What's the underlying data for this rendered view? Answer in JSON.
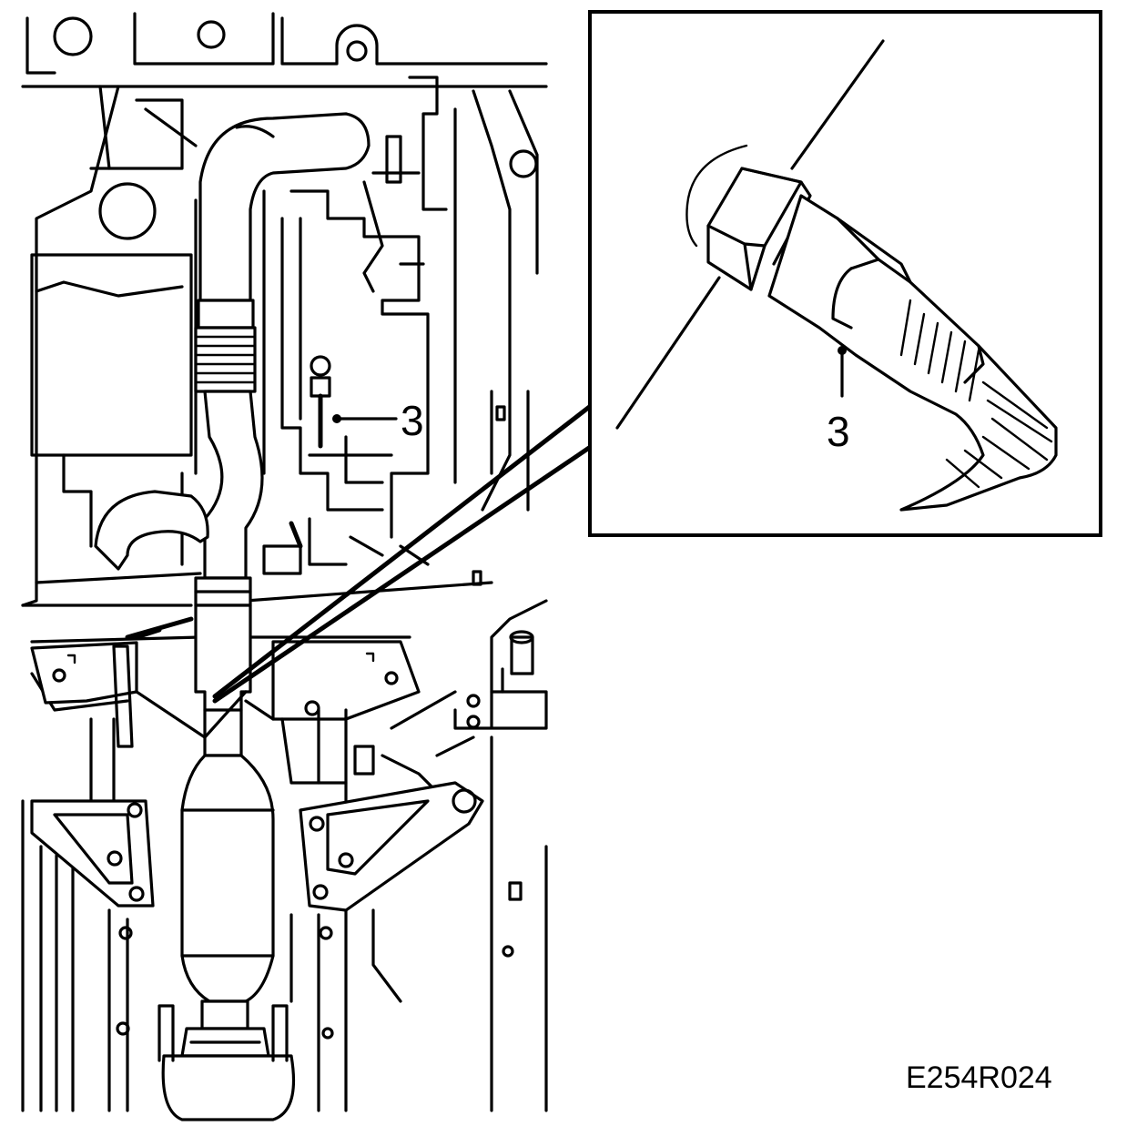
{
  "diagram": {
    "callouts": {
      "main": "3",
      "detail": "3"
    },
    "reference_code": "E254R024"
  }
}
